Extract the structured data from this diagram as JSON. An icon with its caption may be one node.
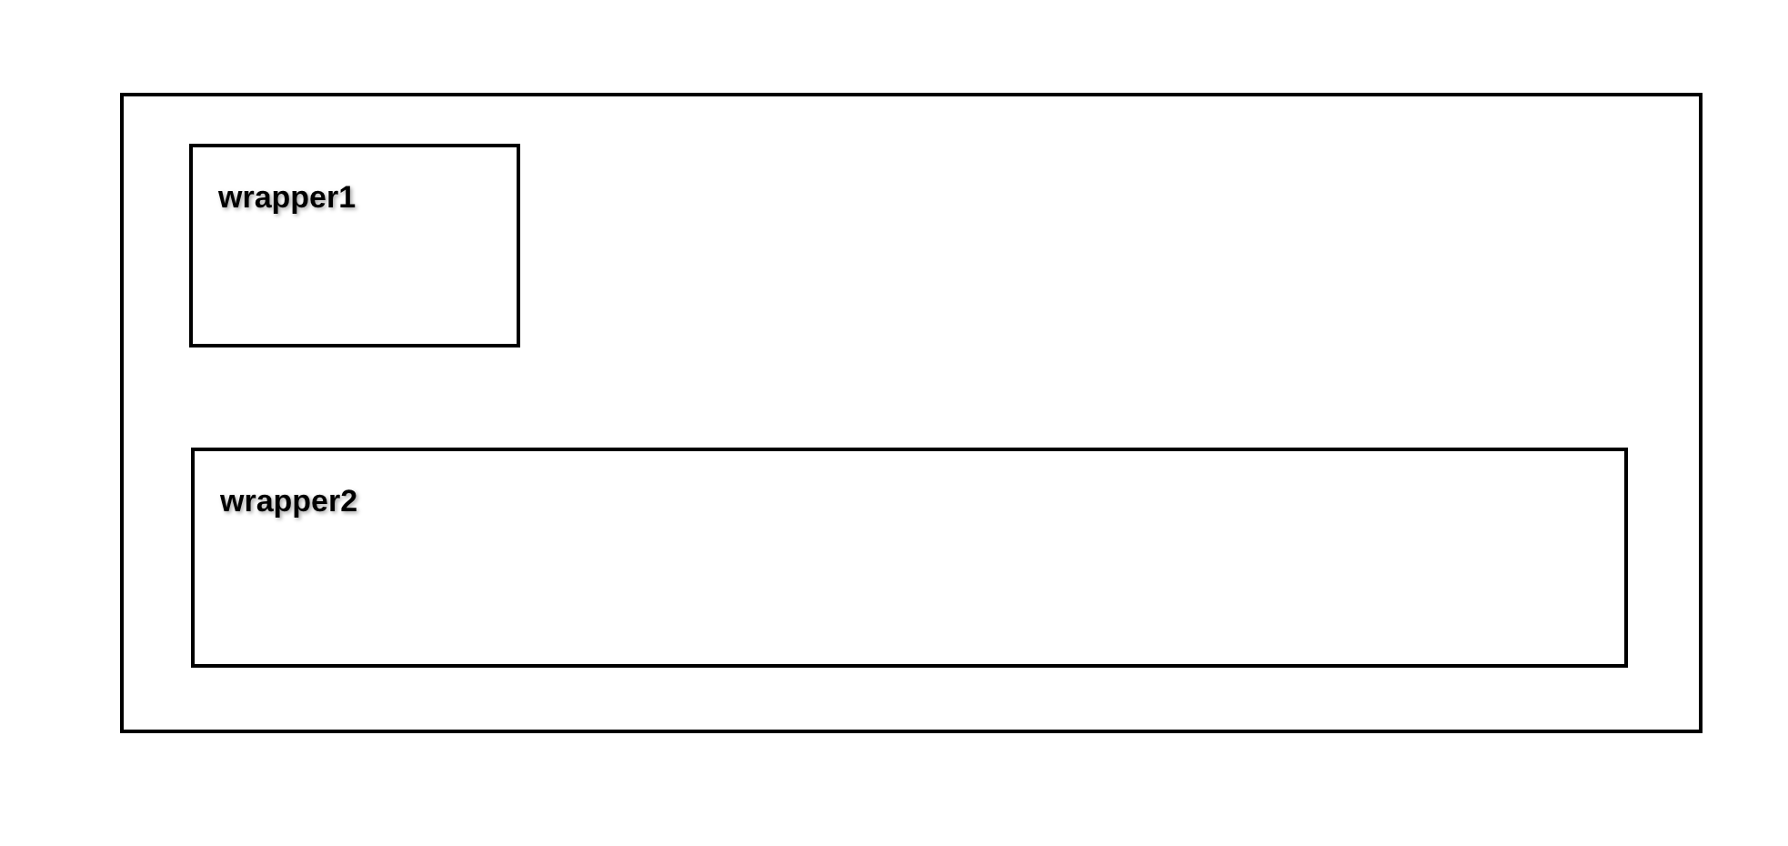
{
  "diagram": {
    "nodes": [
      {
        "text": [],
        "shape": "box"
      },
      {
        "text": [
          "wrapper1"
        ],
        "in": 0
      },
      {
        "text": [
          "wrapper2"
        ],
        "in": 0
      }
    ]
  }
}
